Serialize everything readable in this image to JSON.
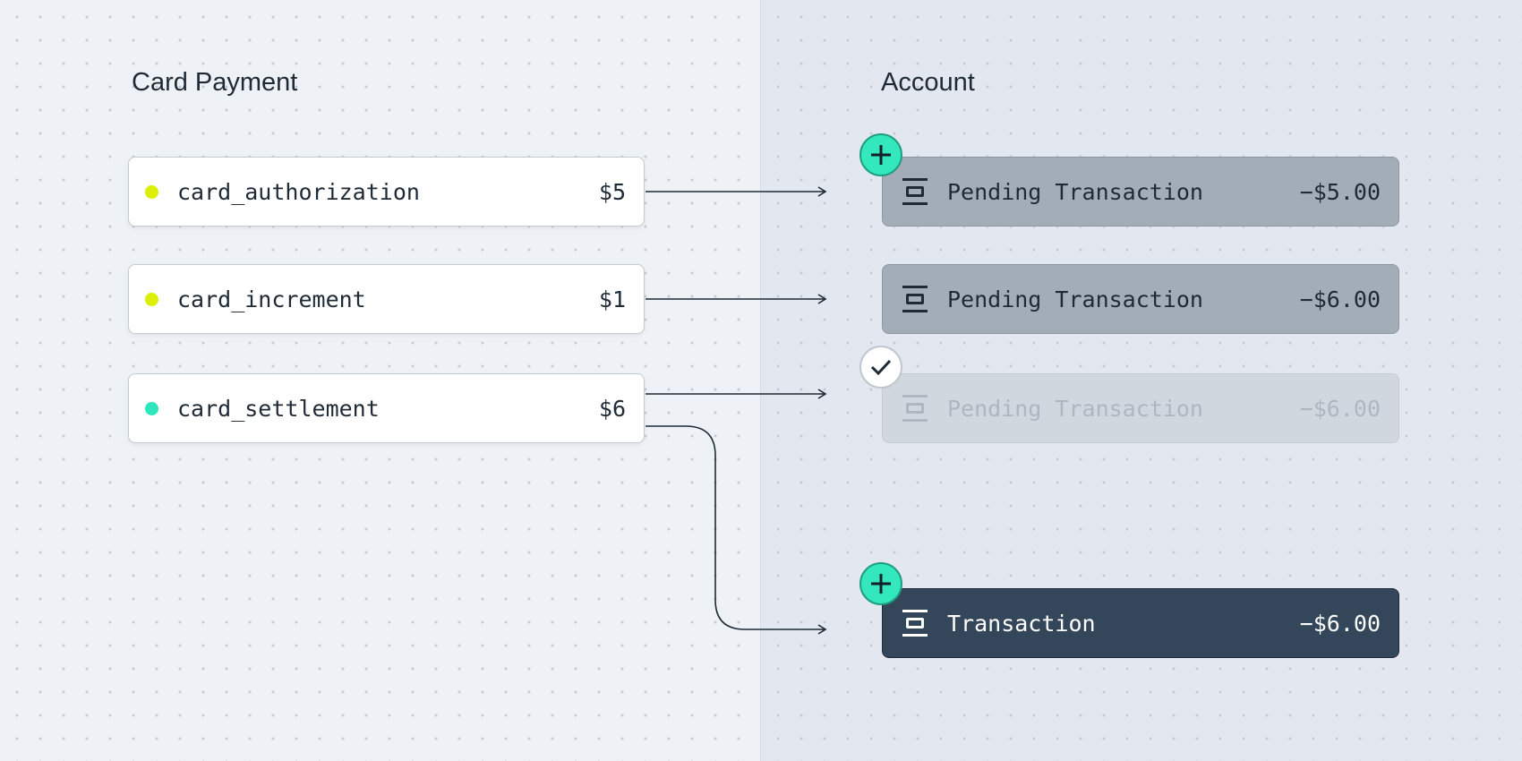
{
  "left": {
    "title": "Card Payment",
    "events": [
      {
        "name": "card_authorization",
        "amount": "$5",
        "color": "#dcef00"
      },
      {
        "name": "card_increment",
        "amount": "$1",
        "color": "#dcef00"
      },
      {
        "name": "card_settlement",
        "amount": "$6",
        "color": "#2ee6bb"
      }
    ]
  },
  "right": {
    "title": "Account",
    "entries": [
      {
        "label": "Pending Transaction",
        "amount": "−$5.00",
        "badge": "plus-icon"
      },
      {
        "label": "Pending Transaction",
        "amount": "−$6.00"
      },
      {
        "label": "Pending Transaction",
        "amount": "−$6.00",
        "badge": "check-icon"
      },
      {
        "label": "Transaction",
        "amount": "−$6.00",
        "badge": "plus-icon"
      }
    ]
  }
}
